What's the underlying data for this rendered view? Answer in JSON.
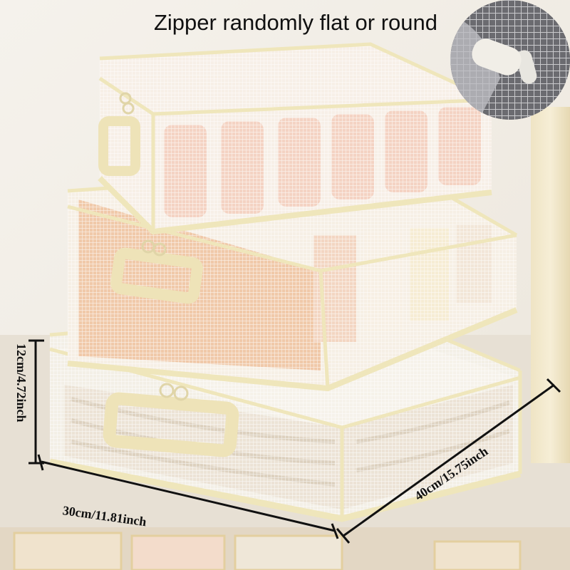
{
  "caption": "Zipper randomly flat or round",
  "dimensions": {
    "height": "12cm/4.72inch",
    "width": "30cm/11.81inch",
    "depth": "40cm/15.75inch"
  },
  "colors": {
    "wall": "#f1ede6",
    "shelf": "#e9e2d6",
    "trim": "#efe6bb",
    "mesh": "#f7f4ee",
    "inset_bg": "#5e5e62"
  }
}
